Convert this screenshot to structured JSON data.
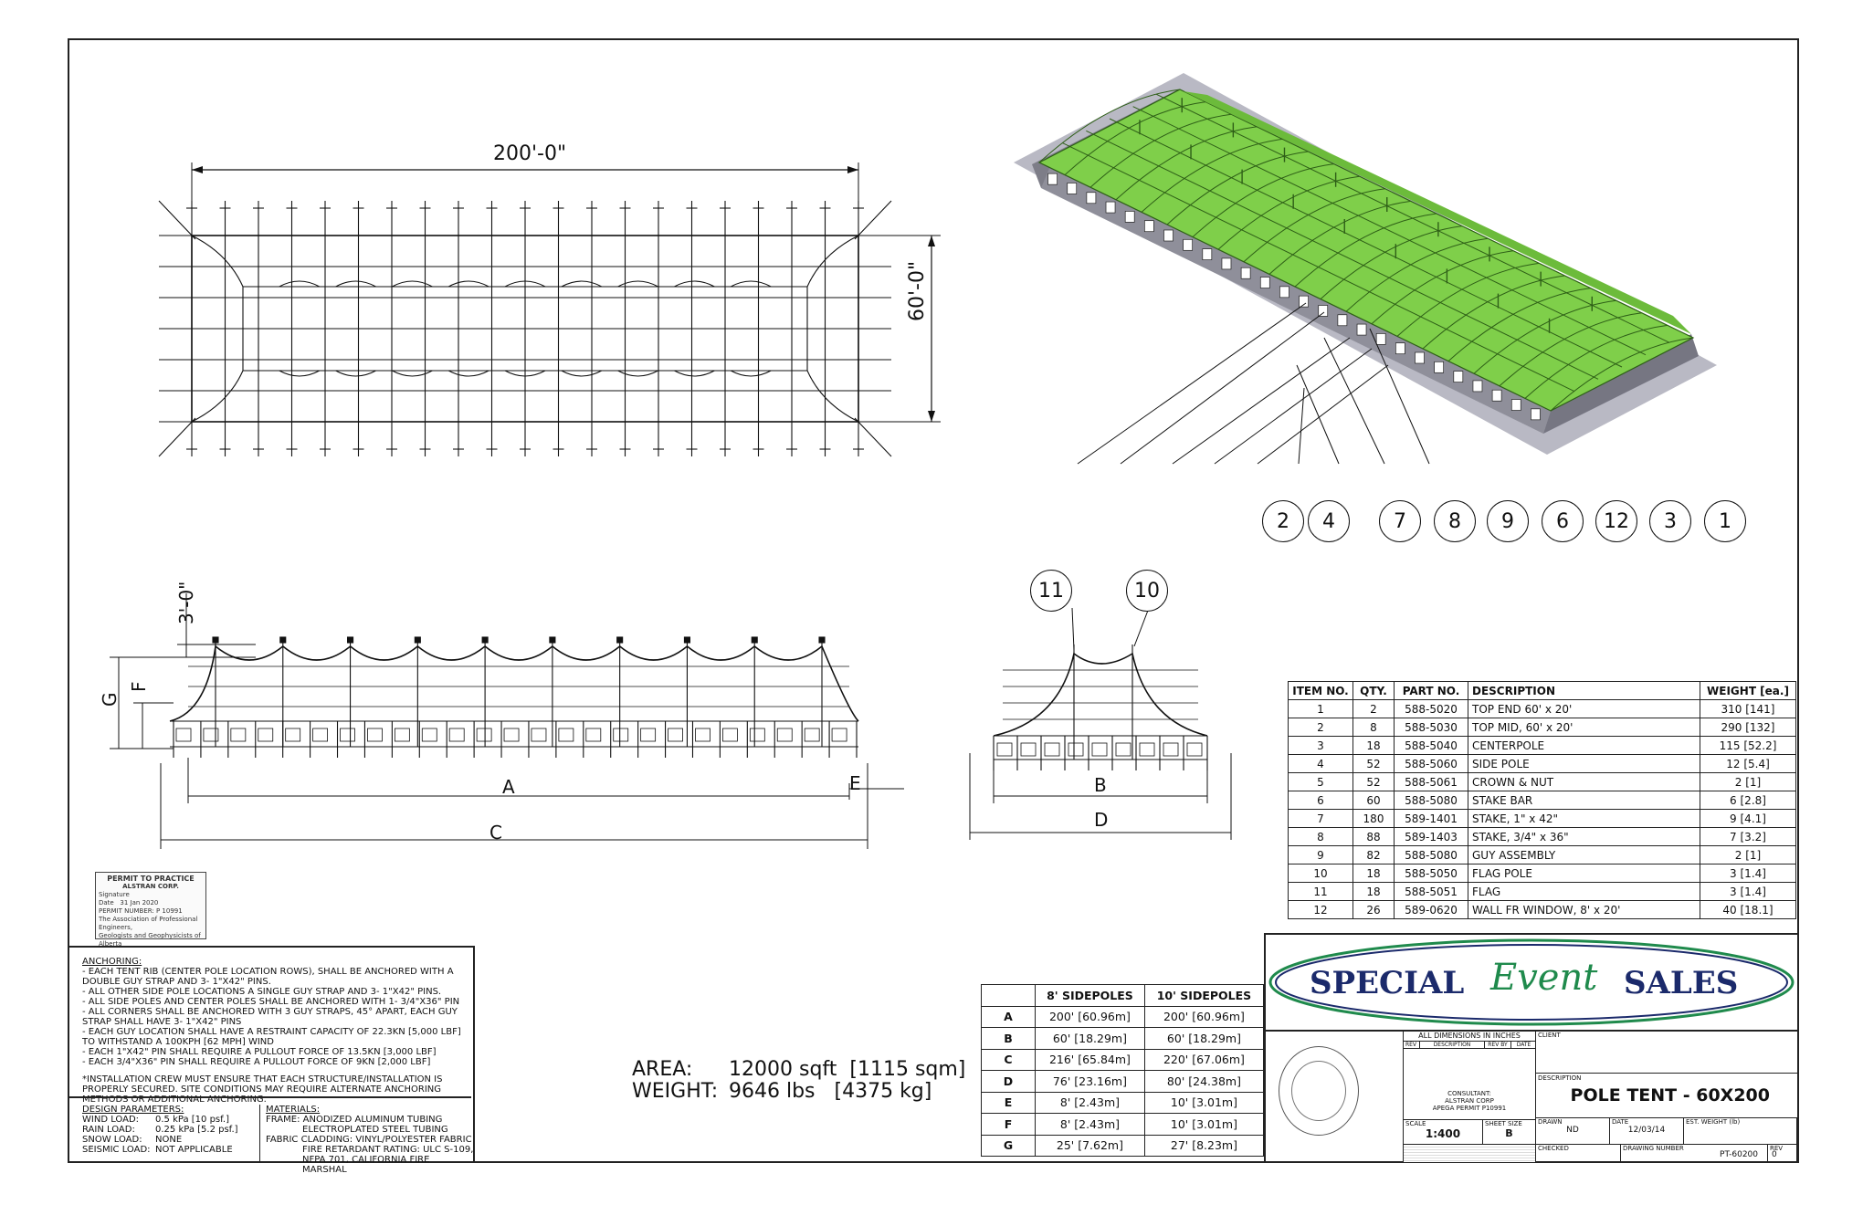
{
  "plan_view": {
    "length_dim": "200'-0\"",
    "width_dim": "60'-0\""
  },
  "isometric_callouts": [
    "2",
    "4",
    "7",
    "8",
    "9",
    "6",
    "12",
    "3",
    "1"
  ],
  "end_view_callouts": [
    "11",
    "10"
  ],
  "side_elevation": {
    "dim_height": "3'-0\"",
    "label_g": "G",
    "label_f": "F",
    "label_a": "A",
    "label_e": "E",
    "label_c": "C"
  },
  "end_elevation": {
    "label_b": "B",
    "label_d": "D"
  },
  "bom": {
    "headers": [
      "ITEM NO.",
      "QTY.",
      "PART NO.",
      "DESCRIPTION",
      "WEIGHT [ea.]"
    ],
    "rows": [
      [
        "1",
        "2",
        "588-5020",
        "TOP END 60' x 20'",
        "310 [141]"
      ],
      [
        "2",
        "8",
        "588-5030",
        "TOP MID, 60' x 20'",
        "290 [132]"
      ],
      [
        "3",
        "18",
        "588-5040",
        "CENTERPOLE",
        "115 [52.2]"
      ],
      [
        "4",
        "52",
        "588-5060",
        "SIDE POLE",
        "12 [5.4]"
      ],
      [
        "5",
        "52",
        "588-5061",
        "CROWN & NUT",
        "2 [1]"
      ],
      [
        "6",
        "60",
        "588-5080",
        "STAKE BAR",
        "6 [2.8]"
      ],
      [
        "7",
        "180",
        "589-1401",
        "STAKE, 1\" x 42\"",
        "9 [4.1]"
      ],
      [
        "8",
        "88",
        "589-1403",
        "STAKE, 3/4\" x 36\"",
        "7 [3.2]"
      ],
      [
        "9",
        "82",
        "588-5080",
        "GUY ASSEMBLY",
        "2 [1]"
      ],
      [
        "10",
        "18",
        "588-5050",
        "FLAG POLE",
        "3 [1.4]"
      ],
      [
        "11",
        "18",
        "588-5051",
        "FLAG",
        "3 [1.4]"
      ],
      [
        "12",
        "26",
        "589-0620",
        "WALL FR WINDOW, 8' x 20'",
        "40 [18.1]"
      ]
    ]
  },
  "dims_table": {
    "headers": [
      "",
      "8' SIDEPOLES",
      "10' SIDEPOLES"
    ],
    "rows": [
      [
        "A",
        "200' [60.96m]",
        "200' [60.96m]"
      ],
      [
        "B",
        "60' [18.29m]",
        "60' [18.29m]"
      ],
      [
        "C",
        "216' [65.84m]",
        "220' [67.06m]"
      ],
      [
        "D",
        "76' [23.16m]",
        "80' [24.38m]"
      ],
      [
        "E",
        "8' [2.43m]",
        "10' [3.01m]"
      ],
      [
        "F",
        "8' [2.43m]",
        "10' [3.01m]"
      ],
      [
        "G",
        "25' [7.62m]",
        "27' [8.23m]"
      ]
    ]
  },
  "summary": {
    "area_label": "AREA:",
    "area_value": "12000 sqft  [1115 sqm]",
    "weight_label": "WEIGHT:",
    "weight_value": "9646 lbs   [4375 kg]"
  },
  "notes": {
    "anchoring_title": "ANCHORING:",
    "anchoring_lines": [
      "- EACH TENT RIB (CENTER POLE LOCATION ROWS), SHALL BE ANCHORED WITH A DOUBLE GUY STRAP AND 3- 1\"X42\" PINS.",
      "- ALL OTHER SIDE POLE LOCATIONS A SINGLE GUY STRAP AND 3- 1\"x42\" PINS.",
      "- ALL SIDE POLES AND CENTER POLES SHALL BE ANCHORED WITH 1- 3/4\"X36\" PIN",
      "- ALL CORNERS SHALL BE ANCHORED WITH 3 GUY STRAPS, 45° APART, EACH GUY STRAP SHALL HAVE 3- 1\"X42\" PINS",
      "- EACH GUY LOCATION SHALL HAVE A RESTRAINT CAPACITY OF 22.3KN [5,000 lbf] TO WITHSTAND A 100kph [62 Mph] WIND",
      "- EACH 1\"x42\" PIN SHALL REQUIRE A PULLOUT FORCE OF 13.5KN [3,000 lbf]",
      "- EACH 3/4\"x36\" PIN SHALL REQUIRE A PULLOUT FORCE OF 9KN [2,000 lbf]"
    ],
    "installation_note": "*INSTALLATION CREW MUST ENSURE THAT EACH STRUCTURE/INSTALLATION IS PROPERLY SECURED. SITE CONDITIONS MAY REQUIRE ALTERNATE ANCHORING METHODS OR ADDITIONAL ANCHORING.",
    "design_title": "DESIGN PARAMETERS:",
    "design_rows": [
      [
        "WIND LOAD:",
        "0.5 kPa  [10 psf.]"
      ],
      [
        "RAIN LOAD:",
        "0.25 kPa [5.2 psf.]"
      ],
      [
        "SNOW LOAD:",
        "NONE"
      ],
      [
        "SEISMIC LOAD:",
        "NOT APPLICABLE"
      ]
    ],
    "materials_title": "MATERIALS:",
    "materials_lines": [
      "FRAME: ANODIZED ALUMINUM TUBING",
      "ELECTROPLATED STEEL TUBING",
      "FABRIC CLADDING: VINYL/POLYESTER FABRIC",
      "FIRE RETARDANT RATING: ULC S-109,",
      "NFPA 701, CALIFORNIA FIRE MARSHAL"
    ]
  },
  "permit": {
    "title": "PERMIT TO PRACTICE",
    "company": "ALSTRAN CORP.",
    "signature_label": "Signature",
    "date_label": "Date",
    "date_value": "31 Jan 2020",
    "permit_number": "PERMIT NUMBER: P 10991",
    "footer1": "The Association of Professional Engineers,",
    "footer2": "Geologists and Geophysicists of Alberta"
  },
  "title_block": {
    "logo_word1": "SPECIAL",
    "logo_word2": "Event",
    "logo_word3": "SALES",
    "all_dims": "ALL DIMENSIONS IN INCHES",
    "client_label": "CLIENT",
    "description_label": "DESCRIPTION",
    "description_value": "POLE TENT - 60X200",
    "consultant1": "CONSULTANT:",
    "consultant2": "ALSTRAN CORP",
    "consultant3": "APEGA PERMIT P10991",
    "scale_label": "SCALE",
    "scale_value": "1:400",
    "sheet_label": "SHEET SIZE",
    "sheet_value": "B",
    "drawn_label": "DRAWN",
    "drawn_value": "ND",
    "date_label": "DATE",
    "date_value": "12/03/14",
    "est_weight_label": "EST. WEIGHT (lb)",
    "checked_label": "CHECKED",
    "drawing_number_label": "DRAWING NUMBER",
    "drawing_number_value": "PT-60200",
    "rev_label": "REV",
    "rev_value": "0",
    "rev_col1": "REV",
    "rev_col2": "DESCRIPTION",
    "rev_col3": "REV BY",
    "rev_col4": "DATE"
  },
  "colors": {
    "canopy": "#7fcf4a",
    "canopy_dark": "#4f9a2a",
    "wall": "#8a8a96",
    "logo_navy": "#1b2a6b",
    "logo_green": "#1f8a4c"
  }
}
